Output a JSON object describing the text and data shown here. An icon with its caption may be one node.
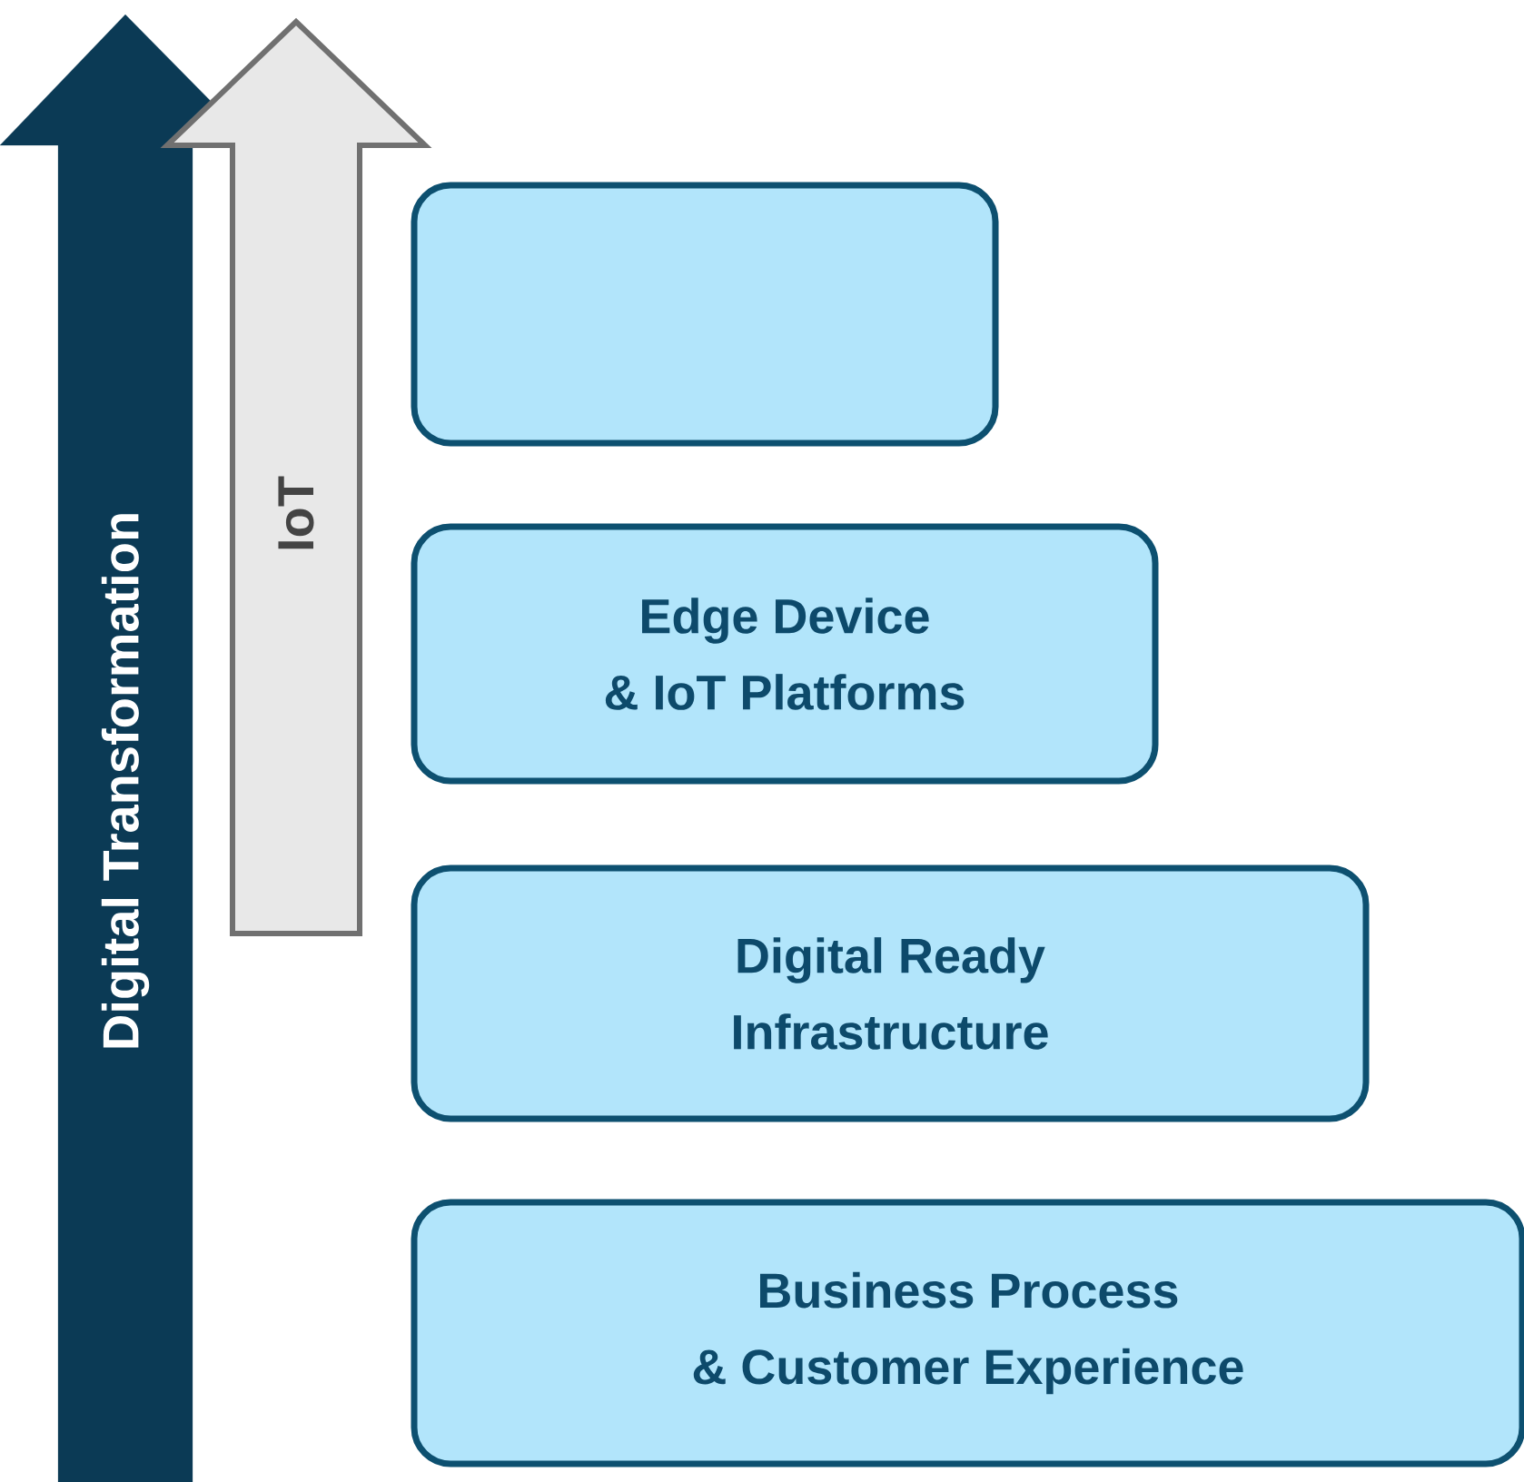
{
  "diagram": {
    "nodes": [
      {
        "text": [
          "Digital Transformation"
        ]
      },
      {
        "text": [
          "IoT"
        ]
      },
      {
        "text": [],
        "shape": "box"
      },
      {
        "text": [
          "Edge Device & IoT Platforms"
        ]
      },
      {
        "text": [
          "Digital Ready Infrastructure"
        ]
      },
      {
        "text": [
          "Business Process & Customer Experience"
        ]
      }
    ]
  }
}
